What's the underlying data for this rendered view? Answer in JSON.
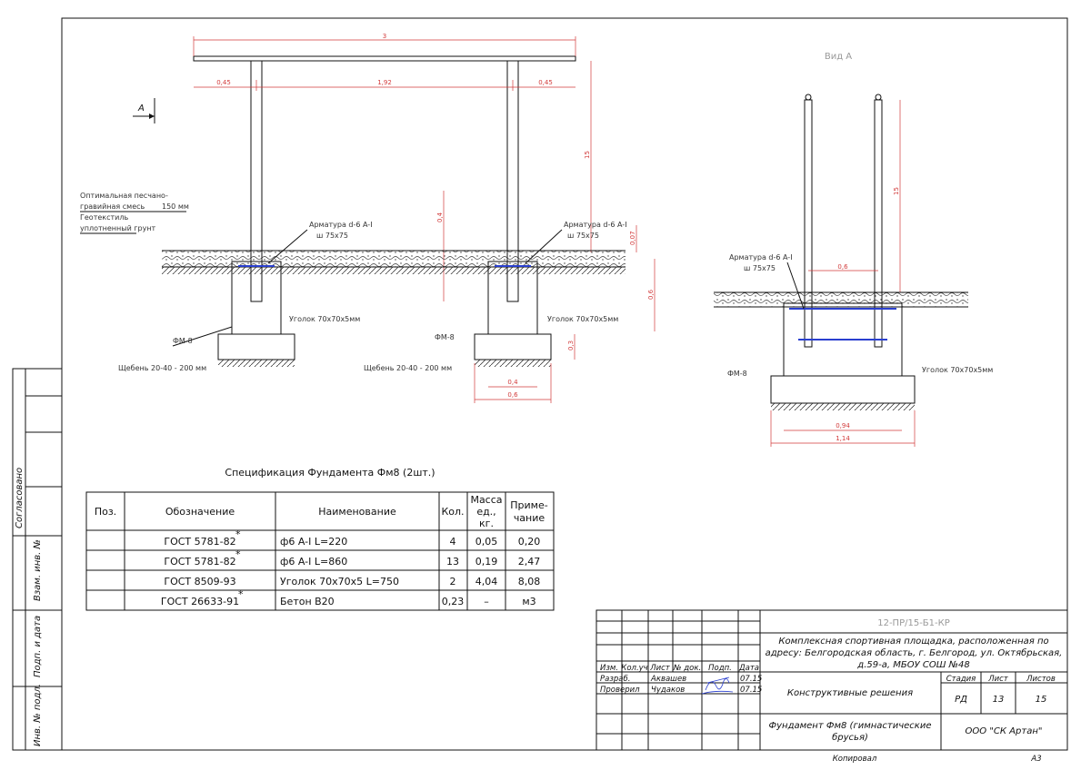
{
  "drawing": {
    "dims_left": {
      "top_width": "3",
      "left_off": "0,45",
      "span": "1,92",
      "right_off": "0,45",
      "height": "15",
      "embed": "0,4",
      "depth_r": "0,6",
      "base_h": "0,3",
      "gravel_h": "0,07"
    },
    "dims_right": {
      "width1": "0,4",
      "width2": "0,6"
    },
    "view_a": {
      "title": "Вид А",
      "height": "15",
      "inner": "0,6",
      "w1": "0,94",
      "w2": "1,14"
    },
    "section_mark": "А",
    "labels": {
      "layer1": "Оптимальная песчано-",
      "layer2": "гравийная смесь",
      "layer2_val": "150 мм",
      "layer3": "Геотекстиль",
      "layer4": "уплотненный грунт",
      "rebar": "Арматура d-6 A-I",
      "rebar_step": "ш 75х75",
      "angle": "Уголок 70х70х5мм",
      "fm": "ФМ-8",
      "gravel": "Щебень 20-40 - 200 мм"
    }
  },
  "spec": {
    "title": "Спецификация Фундамента Фм8 (2шт.)",
    "headers": {
      "pos": "Поз.",
      "designation": "Обозначение",
      "name": "Наименование",
      "qty": "Кол.",
      "mass1": "Масса",
      "mass2": "ед.,",
      "mass3": "кг.",
      "note1": "Приме-",
      "note2": "чание"
    },
    "rows": [
      {
        "designation": "ГОСТ 5781-82",
        "star": "*",
        "name": "ф6 A-I L=220",
        "qty": "4",
        "mass": "0,05",
        "note": "0,20"
      },
      {
        "designation": "ГОСТ 5781-82",
        "star": "*",
        "name": "ф6 A-I L=860",
        "qty": "13",
        "mass": "0,19",
        "note": "2,47"
      },
      {
        "designation": "ГОСТ 8509-93",
        "star": "",
        "name": "Уголок 70х70х5 L=750",
        "qty": "2",
        "mass": "4,04",
        "note": "8,08"
      },
      {
        "designation": "ГОСТ 26633-91",
        "star": "*",
        "name": "Бетон В20",
        "qty": "0,23",
        "mass": "–",
        "note": "м3"
      }
    ]
  },
  "side_stamps": {
    "agreed": "Согласовано",
    "vzam": "Взам. инв. №",
    "podp": "Подп. и дата",
    "inv": "Инв. № подл."
  },
  "title_block": {
    "code": "12-ПР/15-Б1-КР",
    "project1": "Комплексная спортивная площадка, расположенная по",
    "project2": "адресу: Белгородская область, г. Белгород, ул. Октябрьская,",
    "project3": "д.59-а, МБОУ СОШ №48",
    "cols": {
      "izm": "Изм.",
      "koluch": "Кол.уч",
      "list": "Лист",
      "ndok": "№ док.",
      "podp": "Подп.",
      "data": "Дата"
    },
    "row1": {
      "role": "Разраб.",
      "name": "Аквашев",
      "date": "07.15"
    },
    "row2": {
      "role": "Проверил",
      "name": "Чудаков",
      "date": "07.15"
    },
    "section": "Конструктивные решения",
    "stage_h": "Стадия",
    "sheet_h": "Лист",
    "sheets_h": "Листов",
    "stage": "РД",
    "sheet": "13",
    "sheets": "15",
    "drawing_name1": "Фундамент Фм8 (гимнастические",
    "drawing_name2": "брусья)",
    "company": "ООО \"СК Артан\"",
    "copied": "Копировал",
    "format": "А3"
  }
}
